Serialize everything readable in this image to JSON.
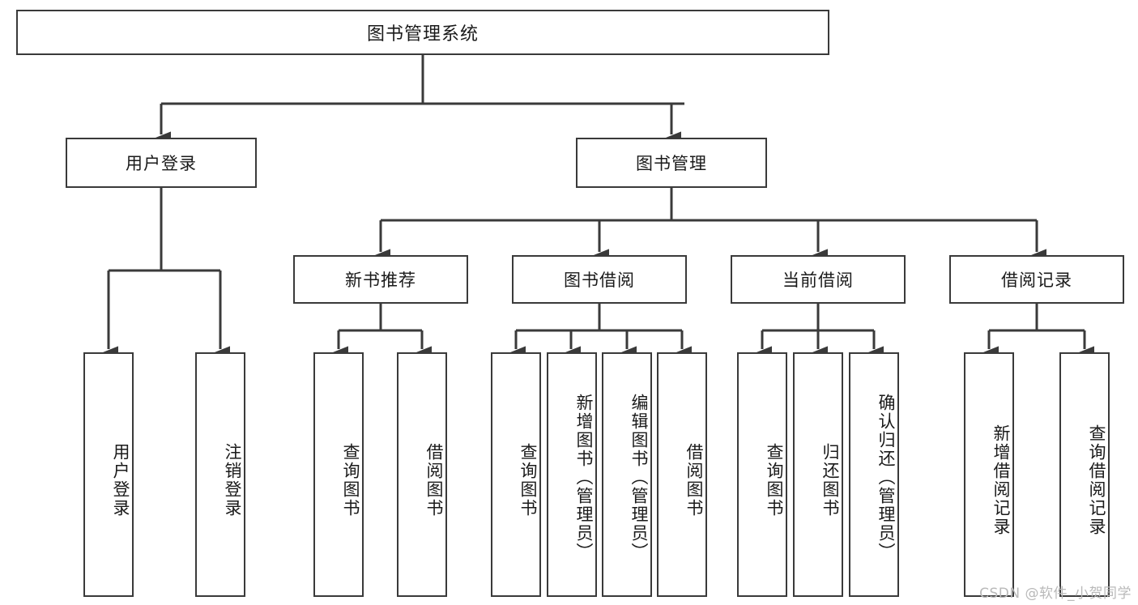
{
  "diagram": {
    "title": "图书管理系统",
    "type": "hierarchy-tree",
    "root": {
      "label": "图书管理系统"
    },
    "level2": [
      {
        "label": "用户登录"
      },
      {
        "label": "图书管理"
      }
    ],
    "level3": [
      {
        "label": "新书推荐"
      },
      {
        "label": "图书借阅"
      },
      {
        "label": "当前借阅"
      },
      {
        "label": "借阅记录"
      }
    ],
    "leaves": [
      {
        "label": "用户登录",
        "parent": "用户登录"
      },
      {
        "label": "注销登录",
        "parent": "用户登录"
      },
      {
        "label": "查询图书",
        "parent": "新书推荐"
      },
      {
        "label": "借阅图书",
        "parent": "新书推荐"
      },
      {
        "label": "查询图书",
        "parent": "图书借阅"
      },
      {
        "label": "新增图书（管理员）",
        "parent": "图书借阅"
      },
      {
        "label": "编辑图书（管理员）",
        "parent": "图书借阅"
      },
      {
        "label": "借阅图书",
        "parent": "图书借阅"
      },
      {
        "label": "查询图书",
        "parent": "当前借阅"
      },
      {
        "label": "归还图书",
        "parent": "当前借阅"
      },
      {
        "label": "确认归还（管理员）",
        "parent": "当前借阅"
      },
      {
        "label": "新增借阅记录",
        "parent": "借阅记录"
      },
      {
        "label": "查询借阅记录",
        "parent": "借阅记录"
      }
    ]
  },
  "watermark": {
    "text": "CSDN @软件_小贺同学"
  },
  "colors": {
    "border": "#3a3a3a",
    "text": "#1a1a1a",
    "background": "#ffffff",
    "watermark": "#b9b9b9"
  }
}
